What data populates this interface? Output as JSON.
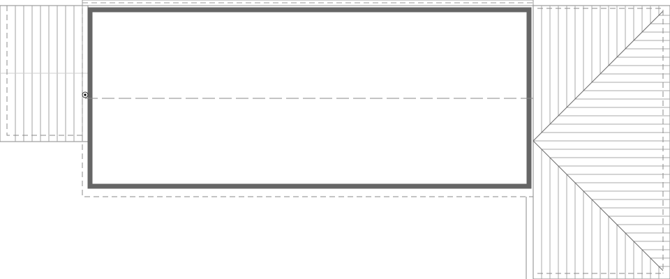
{
  "diagram": {
    "kind": "roof plan drawing",
    "colors": {
      "background": "#ffffff",
      "main_outline": "#666666",
      "line": "#8a8a8a",
      "faint_line": "#bfbfbf",
      "dashed": "#8a8a8a"
    },
    "elements": [
      "main-building-outline",
      "left-porch-roof",
      "right-hip-roof",
      "ridge-line",
      "marker-point"
    ]
  }
}
